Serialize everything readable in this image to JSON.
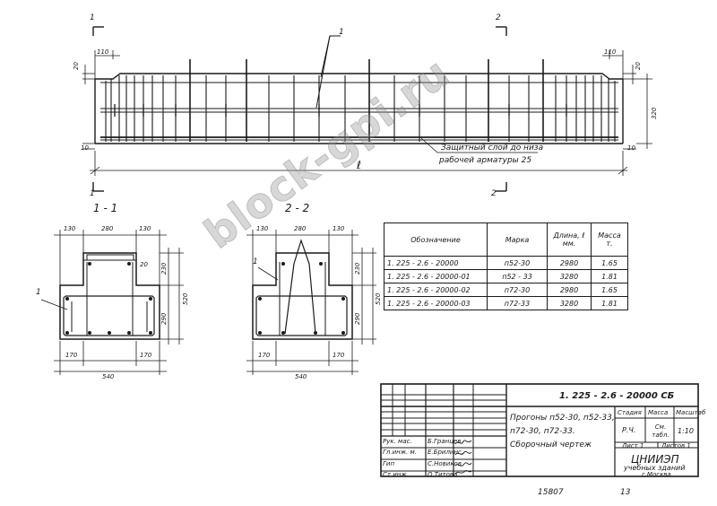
{
  "main_view": {
    "section_mark_left": "1",
    "section_mark_right": "2",
    "leader_mark": "1",
    "dim_end_left": "110",
    "dim_end_right": "110",
    "dim_top_left": "20",
    "dim_top_right": "20",
    "dim_height": "320",
    "dim_bottom_left": "10",
    "dim_bottom_right": "10",
    "dim_length": "ℓ",
    "note_line1": "Защитный слой до низа",
    "note_line2": "рабочей арматуры 25"
  },
  "section_1": {
    "title": "1 - 1",
    "dim_top": [
      "130",
      "280",
      "130"
    ],
    "dim_right_upper": "230",
    "dim_right_small": "20",
    "dim_right_lower": "290",
    "dim_right_total": "520",
    "dim_bottom": [
      "170",
      "170"
    ],
    "dim_width": "540",
    "leader": "1"
  },
  "section_2": {
    "title": "2 - 2",
    "dim_top": [
      "130",
      "280",
      "130"
    ],
    "dim_right_upper": "230",
    "dim_right_lower": "290",
    "dim_right_total": "520",
    "dim_bottom": [
      "170",
      "170"
    ],
    "dim_width": "540",
    "leader": "1"
  },
  "spec_table": {
    "headers": [
      "Обозначение",
      "Марка",
      "Длина, ℓ мм.",
      "Масса т."
    ],
    "rows": [
      [
        "1. 225 - 2.6 - 20000",
        "п52-30",
        "2980",
        "1.65"
      ],
      [
        "1. 225 - 2.6 - 20000-01",
        "п52 - 33",
        "3280",
        "1.81"
      ],
      [
        "1. 225 - 2.6 - 20000-02",
        "п72-30",
        "2980",
        "1.65"
      ],
      [
        "1. 225 - 2.6 - 20000-03",
        "п72-33",
        "3280",
        "1.81"
      ]
    ]
  },
  "title_block": {
    "code": "1. 225 - 2.6 - 20000 СБ",
    "title_line1": "Прогоны п52-30, п52-33,",
    "title_line2": "п72-30, п72-33.",
    "title_line3": "Сборочный чертеж",
    "stage_header": "Стадия",
    "mass_header": "Масса",
    "scale_header": "Масштаб",
    "stage": "Р.Ч.",
    "mass": "См. табл.",
    "scale": "1:10",
    "sheet": "Лист 1",
    "sheets": "Листов 1",
    "org1": "ЦНИИЭП",
    "org2": "учебных зданий",
    "org3": "г.Москва",
    "roles": [
      "Рук. мас.",
      "Гл.инж. м.",
      "Гип",
      "Ст.инж."
    ],
    "names": [
      "Б.Гранцев",
      "Е.Брилинс.",
      "С.Новиков",
      "О.Титова"
    ]
  },
  "footer": {
    "inventory": "15807",
    "page": "13"
  },
  "watermark": "block-gpi.ru"
}
